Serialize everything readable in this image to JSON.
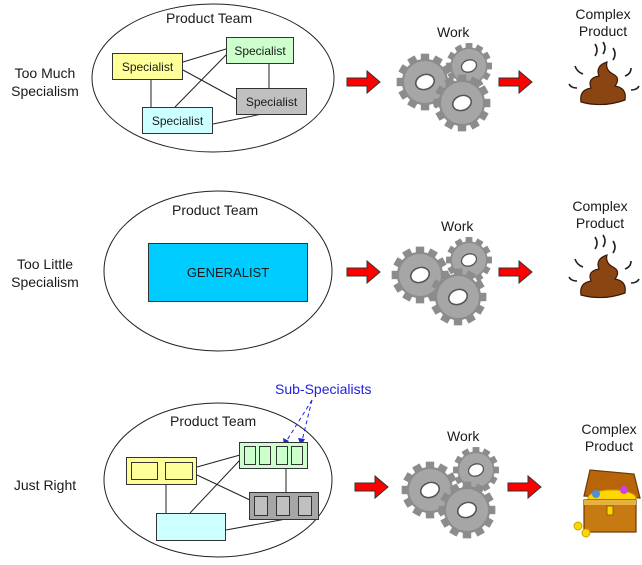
{
  "rows": [
    {
      "label_line1": "Too Much",
      "label_line2": "Specialism",
      "team_title": "Product Team",
      "members": [
        "Specialist",
        "Specialist",
        "Specialist",
        "Specialist"
      ],
      "work_label": "Work",
      "product_line1": "Complex",
      "product_line2": "Product",
      "product_icon": "poop-icon"
    },
    {
      "label_line1": "Too Little",
      "label_line2": "Specialism",
      "team_title": "Product Team",
      "members": [
        "GENERALIST"
      ],
      "work_label": "Work",
      "product_line1": "Complex",
      "product_line2": "Product",
      "product_icon": "poop-icon"
    },
    {
      "label_line1": "Just Right",
      "label_line2": "",
      "team_title": "Product Team",
      "annotation": "Sub-Specialists",
      "work_label": "Work",
      "product_line1": "Complex",
      "product_line2": "Product",
      "product_icon": "treasure-chest-icon"
    }
  ],
  "colors": {
    "yellow": "#ffff99",
    "green": "#ccffcc",
    "gray": "#c0c0c0",
    "cyan": "#ccffff",
    "generalist": "#00ccff",
    "arrow": "#ff0000",
    "annotation": "#2222dd"
  }
}
